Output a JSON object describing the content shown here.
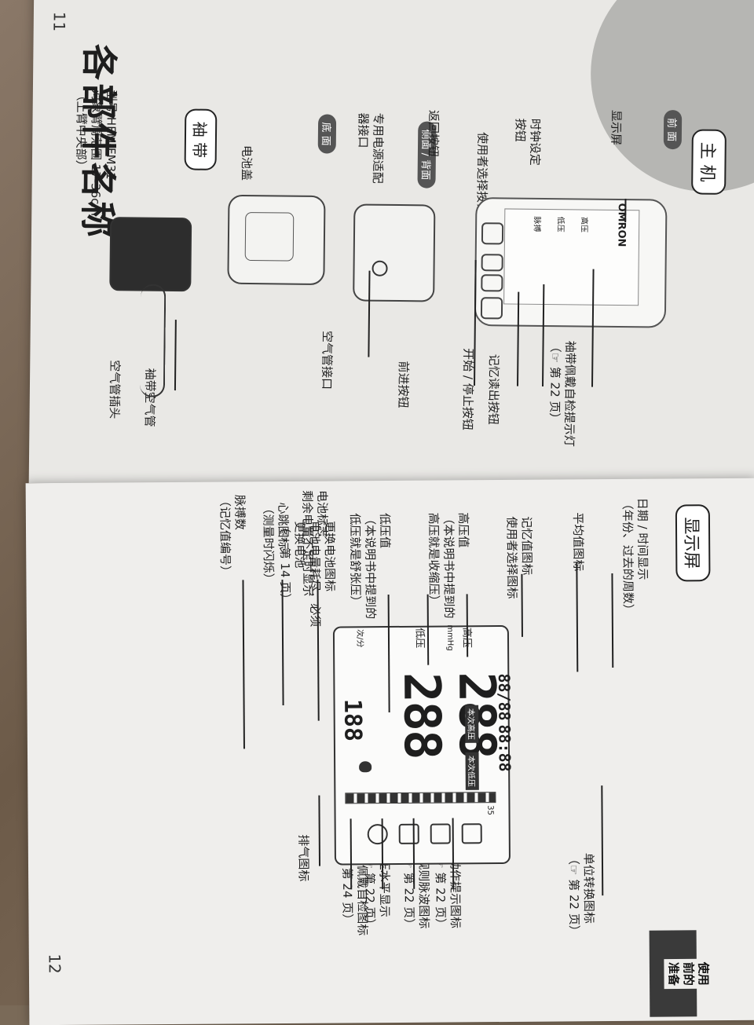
{
  "left_page": {
    "page_number": "11",
    "title": "各部件名称",
    "sections": {
      "main_unit": "主 机",
      "front": "前 面",
      "side_back": "侧面 / 背面",
      "bottom": "底 面",
      "cuff": "袖 带"
    },
    "labels": {
      "display": "显示屏",
      "clock_set": "时钟设定\n按钮",
      "user_select": "使用者选择按钮",
      "back_button": "返回按钮",
      "adapter_jack": "专用电源适配\n器接口",
      "battery_cover": "电池盖",
      "air_jack": "空气管接口",
      "cuff_indicator": "袖带佩戴自检提示灯\n（☞ 第 22 页）",
      "memory_button": "记忆读出按钮",
      "start_stop": "开始 / 停止按钮",
      "forward_button": "前进按钮",
      "cuff_air_tube": "袖带空气管",
      "air_plug": "空气管插头",
      "model": "型号 HEM-FM31\n对象臂周范围 17-36cm\n（上臂中央部）"
    },
    "device_text": {
      "brand": "OMRON",
      "sys": "高压",
      "dia": "低压",
      "pulse": "脉搏"
    }
  },
  "right_page": {
    "page_number": "12",
    "title": "显示屏",
    "side_tab": "使用\n前的\n准备",
    "labels": {
      "date_time": "日期 / 时间显示\n（年份、过去的周数）",
      "avg_icon": "平均值图标",
      "memory_icon": "记忆值图标\n使用者选择图标",
      "sys_value": "高压值\n（本说明书中提到的\n高压就是收缩压）",
      "dia_value": "低压值\n（本说明书中提到的\n低压就是舒张压）",
      "battery_note": "更换电池图标\n电池电量耗尽，必须\n更换电池\n（☞ 第 14 页）",
      "battery_icon": "电池标志\n剩余电量不足时显示",
      "heart_icon": "心跳图标\n（测量时闪烁）",
      "pulse_value": "脉搏数\n（记忆值编号）",
      "unit_icon": "单位转换图标\n（☞ 第 22 页）",
      "motion_icon": "误动作提示图标\n（☞ 第 22 页）",
      "irregular_icon": "不规则脉波图标\n（☞ 第 22 页）",
      "level_icon": "血压水平显示\n（☞ 第 22 页）",
      "cuff_check_icon": "袖带佩戴自检图标\n（☞ 第 24 页）",
      "deflate_icon": "排气图标"
    },
    "lcd": {
      "digits_sys": "288",
      "digits_dia": "288",
      "digits_pulse": "188",
      "date": "88/88",
      "time": "88:88",
      "sys_label": "高压",
      "dia_label": "低压",
      "unit": "mmHg",
      "pulse_unit": "次/分",
      "current_sys": "本次高压",
      "current_dia": "本次低压",
      "measure_scale": "35"
    }
  },
  "colors": {
    "page": "#efeeec",
    "ink": "#1e1e1e",
    "accent_dark": "#3a3a3a"
  }
}
